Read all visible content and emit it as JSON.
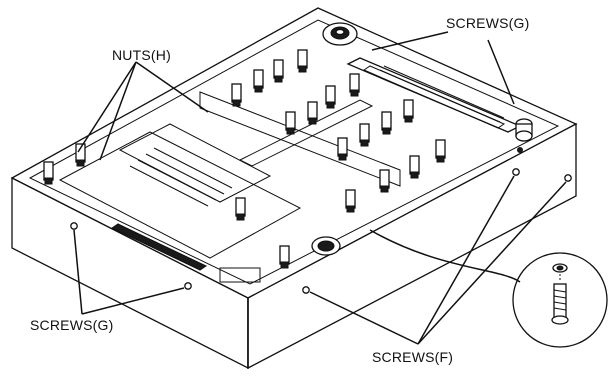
{
  "labels": {
    "nuts_h": "NUTS(H)",
    "screws_g_top": "SCREWS(G)",
    "screws_g_bottom": "SCREWS(G)",
    "screws_f": "SCREWS(F)"
  }
}
